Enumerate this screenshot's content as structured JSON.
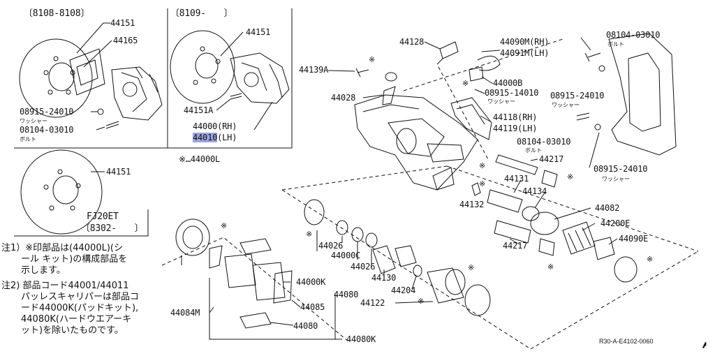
{
  "panel1": {
    "title": "〔8108-8108〕",
    "labels": {
      "p44151": "44151",
      "p44165": "44165",
      "p0891524010": "08915-24010",
      "washer": "ワッシャー",
      "p0810403010": "08104-03010",
      "bolt": "ボルト"
    }
  },
  "panel2": {
    "title": "〔8109-　　〕",
    "labels": {
      "p44151": "44151",
      "p44151A": "44151A",
      "p44000": "44000(RH)",
      "p44010_num": "44010",
      "p44010_side": "(LH)"
    },
    "note": "※…44000L"
  },
  "panel3": {
    "labels": {
      "p44151": "44151",
      "model": "FJ20ET",
      "date": "〔8302-　　〕"
    }
  },
  "main": {
    "labels": {
      "p44128": "44128",
      "p44090M": "44090M(RH)",
      "p44091M": "44091M(LH)",
      "p08104_top": "08104-03010",
      "bolt_top": "ボルト",
      "p44139A": "44139A",
      "p44000B": "44000B",
      "p08915_14010": "08915-14010",
      "washer_mid": "ワッシャー",
      "p08915_24010_top": "08915-24010",
      "washer_top": "ワッシャー",
      "p44028": "44028",
      "p44118": "44118(RH)",
      "p44119": "44119(LH)",
      "p08104_mid": "08104-03010",
      "bolt_mid": "ボルト",
      "p44217_a": "44217",
      "p08915_24010_bot": "08915-24010",
      "washer_bot": "ワッシャー",
      "p44131": "44131",
      "p44134": "44134",
      "p44132": "44132",
      "p44082": "44082",
      "p44200E": "44200E",
      "p44217_b": "44217",
      "p44090E": "44090E",
      "p44026_a": "44026",
      "p44000C": "44000C",
      "p44026_b": "44026",
      "p44130": "44130",
      "p44204": "44204",
      "p44000K": "44000K",
      "p44080_a": "44080",
      "p44122": "44122",
      "p44085": "44085",
      "p44084M": "44084M",
      "p44080_b": "44080",
      "p44080K": "44080K"
    },
    "asterisk": "※"
  },
  "notes": {
    "note1": [
      "注1）※印部品は(44000L)(シ",
      "ール キット)の構成部品を",
      "示します。"
    ],
    "note2": [
      "注2) 部品コード44001/44011",
      "パッレスキャリパーは部品コ",
      "ード44000K(パッドキット),",
      "44080K(ハードウエアーキ",
      "ット)を除いたものです。"
    ]
  },
  "footer": {
    "ref_code": "R30-A-E4102-0060"
  },
  "colors": {
    "highlight": "#9aa6df",
    "ink": "#111111"
  }
}
